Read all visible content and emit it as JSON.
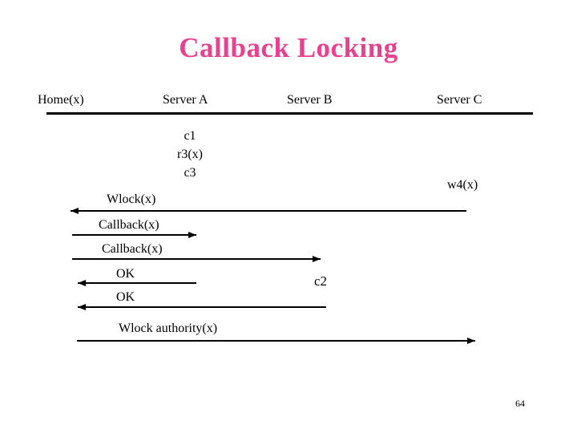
{
  "slide": {
    "title": "Callback Locking",
    "page_number": "64"
  },
  "colors": {
    "title_pink": "#e8418f",
    "line_black": "#000000",
    "background": "#ffffff"
  },
  "header": {
    "columns": [
      {
        "id": "home",
        "label": "Home(x)"
      },
      {
        "id": "server-a",
        "label": "Server A"
      },
      {
        "id": "server-b",
        "label": "Server B"
      },
      {
        "id": "server-c",
        "label": "Server C"
      }
    ]
  },
  "annotations": {
    "c1": "c1",
    "r3": "r3(x)",
    "c3": "c3",
    "w4": "w4(x)",
    "c2": "c2"
  },
  "messages": [
    {
      "id": "wlock",
      "label": "Wlock(x)",
      "direction": "left"
    },
    {
      "id": "callback-1",
      "label": "Callback(x)",
      "direction": "right"
    },
    {
      "id": "callback-2",
      "label": "Callback(x)",
      "direction": "right"
    },
    {
      "id": "ok-1",
      "label": "OK",
      "direction": "left"
    },
    {
      "id": "ok-2",
      "label": "OK",
      "direction": "left"
    },
    {
      "id": "wlock-authority",
      "label": "Wlock authority(x)",
      "direction": "right"
    }
  ]
}
